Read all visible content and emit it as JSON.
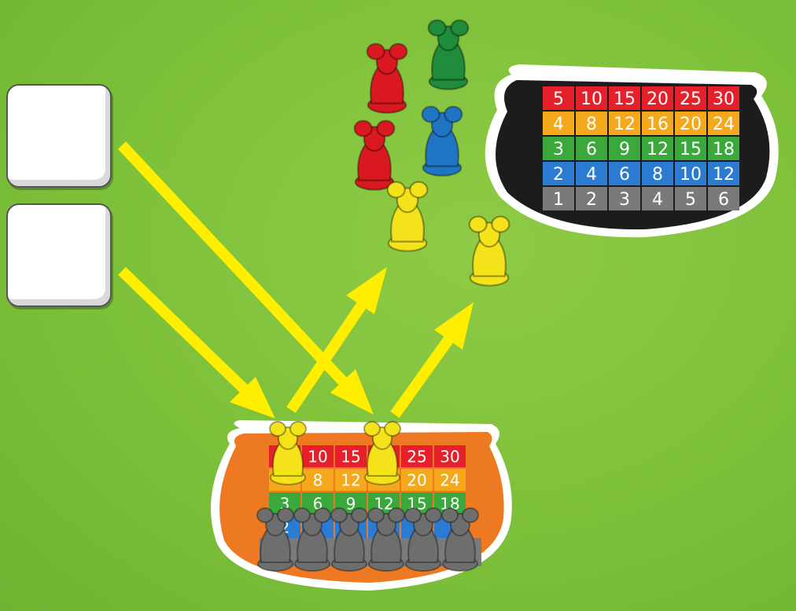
{
  "colors": {
    "row_red": "#e5202a",
    "row_yellow": "#f5a81c",
    "row_green": "#3aa83a",
    "row_blue": "#2c7bd2",
    "row_gray": "#7a7a7a",
    "arrow": "#ffee00",
    "tray_orange": "#ed7a22",
    "tray_black": "#1c1c1c"
  },
  "dice": [
    "",
    ""
  ],
  "black_tray": {
    "rows": [
      {
        "color": "red",
        "values": [
          "5",
          "10",
          "15",
          "20",
          "25",
          "30"
        ]
      },
      {
        "color": "yellow",
        "values": [
          "4",
          "8",
          "12",
          "16",
          "20",
          "24"
        ]
      },
      {
        "color": "green",
        "values": [
          "3",
          "6",
          "9",
          "12",
          "15",
          "18"
        ]
      },
      {
        "color": "blue",
        "values": [
          "2",
          "4",
          "6",
          "8",
          "10",
          "12"
        ]
      },
      {
        "color": "gray",
        "values": [
          "1",
          "2",
          "3",
          "4",
          "5",
          "6"
        ]
      }
    ]
  },
  "orange_tray": {
    "rows": [
      {
        "color": "red",
        "values": [
          "",
          "10",
          "15",
          "",
          "25",
          "30"
        ]
      },
      {
        "color": "yellow",
        "values": [
          "",
          "8",
          "12",
          "",
          "20",
          "24"
        ]
      },
      {
        "color": "green",
        "values": [
          "3",
          "6",
          "9",
          "12",
          "15",
          "18"
        ]
      },
      {
        "color": "blue",
        "values": [
          "2",
          "",
          "",
          "",
          "",
          ""
        ]
      }
    ]
  },
  "mice_pool": [
    {
      "color": "red"
    },
    {
      "color": "green"
    },
    {
      "color": "red"
    },
    {
      "color": "blue"
    },
    {
      "color": "yellow"
    },
    {
      "color": "yellow"
    }
  ],
  "mice_on_tray": [
    {
      "color": "yellow"
    },
    {
      "color": "yellow"
    },
    {
      "color": "gray"
    },
    {
      "color": "gray"
    },
    {
      "color": "gray"
    },
    {
      "color": "gray"
    },
    {
      "color": "gray"
    },
    {
      "color": "gray"
    }
  ]
}
